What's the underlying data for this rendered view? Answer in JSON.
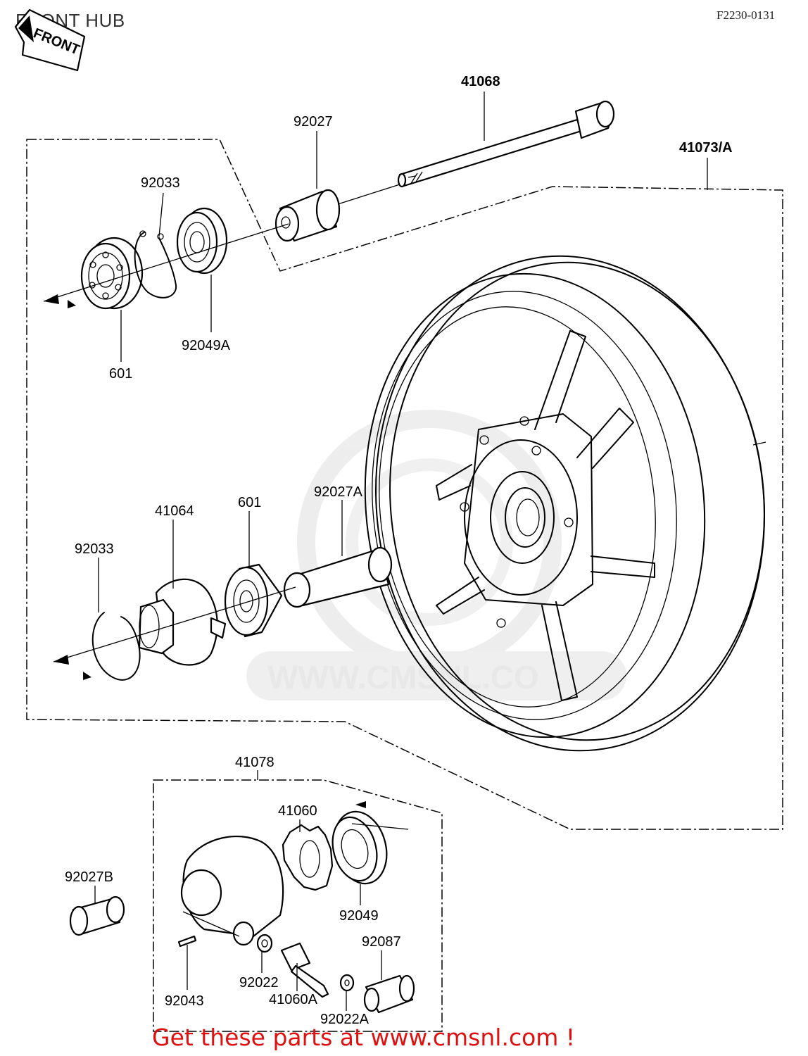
{
  "page": {
    "title": "FRONT HUB",
    "ref_code": "F2230-0131",
    "front_badge": "FRONT",
    "watermark": "WWW.CMSNL.CO",
    "promo": "Get these parts at www.cmsnl.com !"
  },
  "diagram": {
    "part_labels": {
      "p41068": "41068",
      "p92027": "92027",
      "p41073A": "41073/A",
      "p92033_top": "92033",
      "p92049A": "92049A",
      "p601_top": "601",
      "p41064": "41064",
      "p601_mid": "601",
      "p92027A": "92027A",
      "p92033_mid": "92033",
      "p41078": "41078",
      "p41060": "41060",
      "p92027B": "92027B",
      "p92049": "92049",
      "p92087": "92087",
      "p92022": "92022",
      "p92043": "92043",
      "p41060A": "41060A",
      "p92022A": "92022A"
    }
  }
}
